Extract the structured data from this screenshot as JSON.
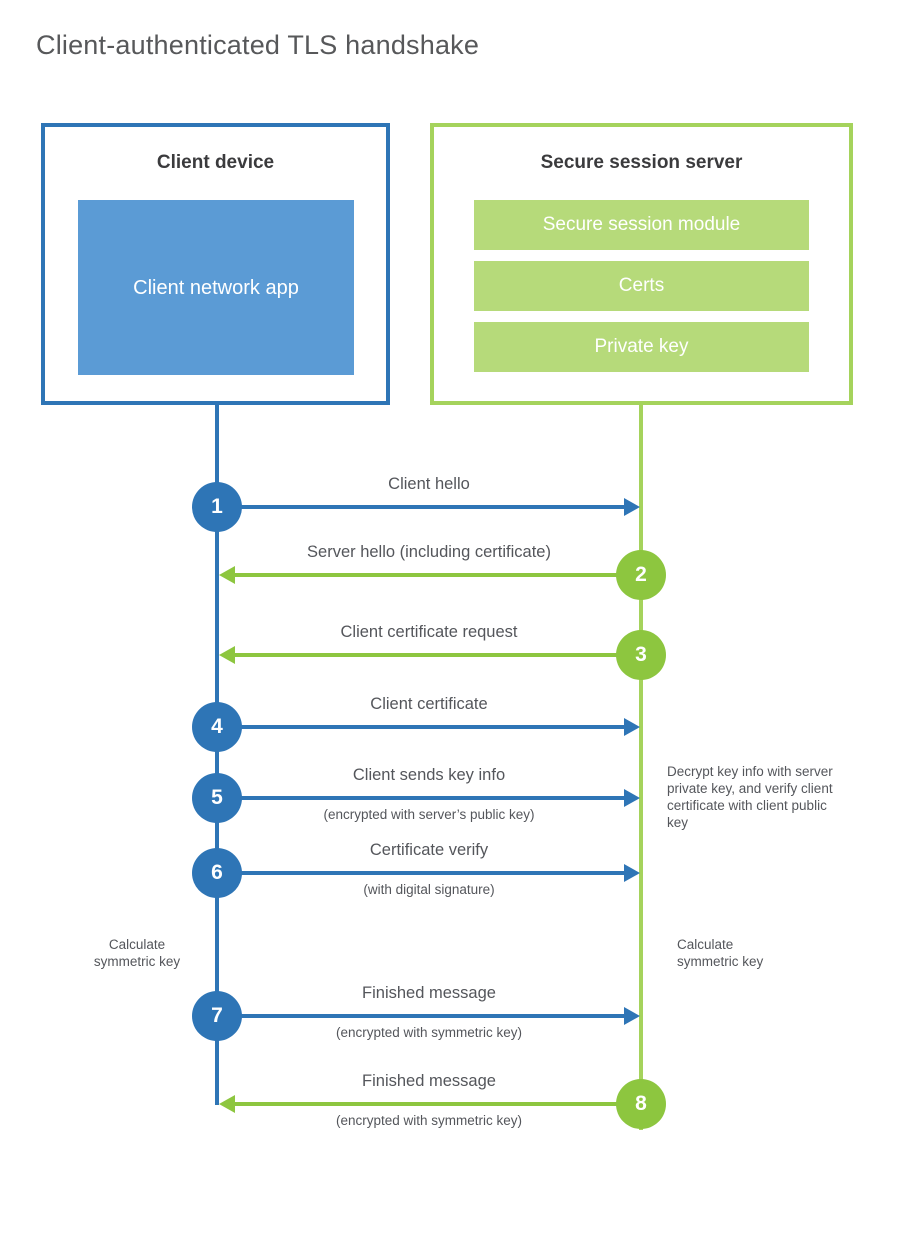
{
  "title": "Client-authenticated TLS handshake",
  "colors": {
    "blue": "#2e75b6",
    "blue_fill": "#5b9bd5",
    "green": "#8dc63f",
    "green_border": "#a5d35c",
    "green_fill": "#b6da7a",
    "text": "#54565b"
  },
  "client": {
    "title": "Client device",
    "module": "Client network app"
  },
  "server": {
    "title": "Secure session server",
    "modules": [
      "Secure session module",
      "Certs",
      "Private key"
    ]
  },
  "messages": [
    {
      "num": "1",
      "from": "client",
      "label": "Client hello",
      "sublabel": ""
    },
    {
      "num": "2",
      "from": "server",
      "label": "Server hello (including certificate)",
      "sublabel": ""
    },
    {
      "num": "3",
      "from": "server",
      "label": "Client certificate request",
      "sublabel": ""
    },
    {
      "num": "4",
      "from": "client",
      "label": "Client certificate",
      "sublabel": ""
    },
    {
      "num": "5",
      "from": "client",
      "label": "Client sends key info",
      "sublabel": "(encrypted with server’s public key)"
    },
    {
      "num": "6",
      "from": "client",
      "label": "Certificate verify",
      "sublabel": "(with digital signature)"
    },
    {
      "num": "7",
      "from": "client",
      "label": "Finished message",
      "sublabel": "(encrypted with symmetric key)"
    },
    {
      "num": "8",
      "from": "server",
      "label": "Finished message",
      "sublabel": "(encrypted with symmetric key)"
    }
  ],
  "annotations": {
    "decrypt_note": "Decrypt key info with server private key, and verify client certificate with client public key",
    "calc_left": "Calculate symmetric key",
    "calc_right": "Calculate symmetric key"
  }
}
